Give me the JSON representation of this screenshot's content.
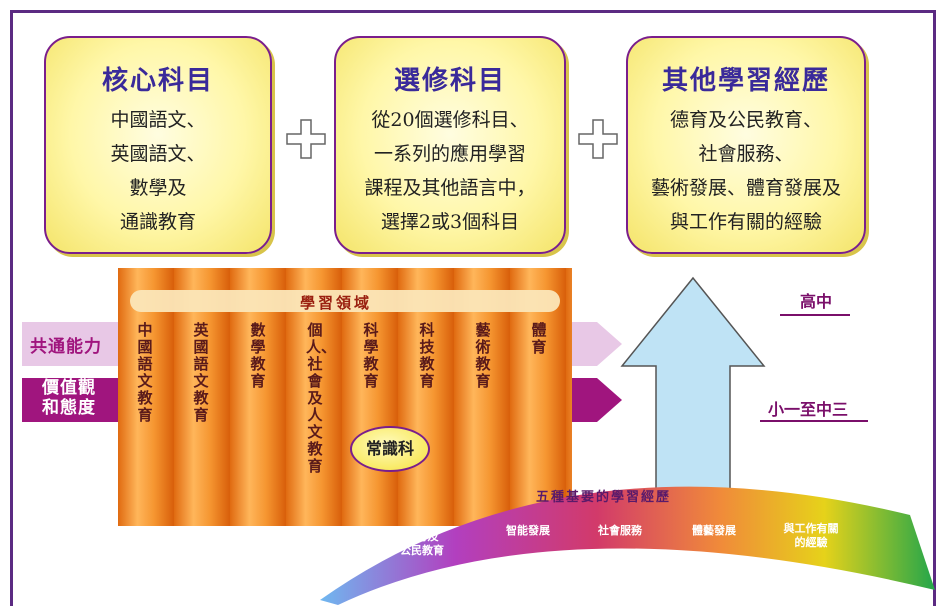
{
  "boxes": [
    {
      "title": "核心科目",
      "lines": [
        "中國語文、",
        "英國語文、",
        "數學及",
        "通識教育"
      ]
    },
    {
      "title": "選修科目",
      "lines": [
        "從20個選修科目、",
        "一系列的應用學習",
        "課程及其他語言中，",
        "選擇2或3個科目"
      ]
    },
    {
      "title": "其他學習經歷",
      "lines": [
        "德育及公民教育、",
        "社會服務、",
        "藝術發展、體育發展及",
        "與工作有關的經驗"
      ]
    }
  ],
  "rows": {
    "generic_skills": "共通能力",
    "values_attitudes_1": "價值觀",
    "values_attitudes_2": "和態度"
  },
  "kla_header": "學習領域",
  "kla": [
    "中國語文教育",
    "英國語文教育",
    "數學教育",
    "個人、社會及人文教育",
    "科學教育",
    "科技教育",
    "藝術教育",
    "體育"
  ],
  "general_studies": "常識科",
  "levels": {
    "senior": "高中",
    "junior": "小一至中三"
  },
  "arc": {
    "title": "五種基要的學習經歷",
    "items": [
      [
        "德育及",
        "公民教育"
      ],
      [
        "智能發展"
      ],
      [
        "社會服務"
      ],
      [
        "體藝發展"
      ],
      [
        "與工作有關",
        "的經驗"
      ]
    ]
  },
  "colors": {
    "frame": "#5b2a82",
    "box_border": "#7a1e8c",
    "arrow_fill": "#bfe3f5",
    "curtain": "#f08a1c"
  }
}
